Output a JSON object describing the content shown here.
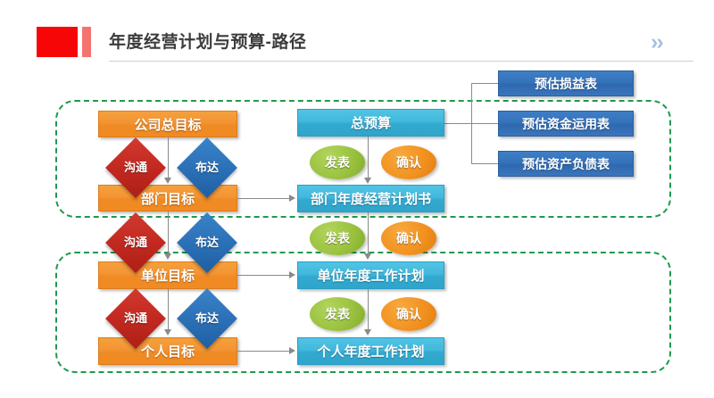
{
  "header": {
    "title": "年度经营计划与预算-路径",
    "chevron": "››",
    "accent_color": "#f60606",
    "accent_color_light": "#f4736f",
    "chevron_color": "#a6c0e0"
  },
  "diagram": {
    "group_border_color": "#1f9a4d",
    "groups": [
      {
        "name": "department-scope"
      },
      {
        "name": "unit-scope"
      }
    ],
    "goal_nodes": [
      {
        "label": "公司总目标"
      },
      {
        "label": "部门目标"
      },
      {
        "label": "单位目标"
      },
      {
        "label": "个人目标"
      }
    ],
    "plan_nodes": [
      {
        "label": "总预算"
      },
      {
        "label": "部门年度经营计划书"
      },
      {
        "label": "单位年度工作计划"
      },
      {
        "label": "个人年度工作计划"
      }
    ],
    "budget_reports": [
      {
        "label": "预估损益表"
      },
      {
        "label": "预估资金运用表"
      },
      {
        "label": "预估资产负债表"
      }
    ],
    "diamond_pairs": [
      {
        "left": "沟通",
        "right": "布达"
      },
      {
        "left": "沟通",
        "right": "布达"
      },
      {
        "left": "沟通",
        "right": "布达"
      }
    ],
    "ellipse_pairs": [
      {
        "left": "发表",
        "right": "确认"
      },
      {
        "left": "发表",
        "right": "确认"
      },
      {
        "left": "发表",
        "right": "确认"
      }
    ],
    "colors": {
      "goal_box": "#f0902c",
      "plan_box": "#37aed4",
      "report_box": "#3473bb",
      "diamond_left": "#c0281f",
      "diamond_right": "#2a6fb5",
      "ellipse_left": "#9ac23f",
      "ellipse_right": "#f2911f",
      "connector": "#8a8a8a"
    }
  }
}
